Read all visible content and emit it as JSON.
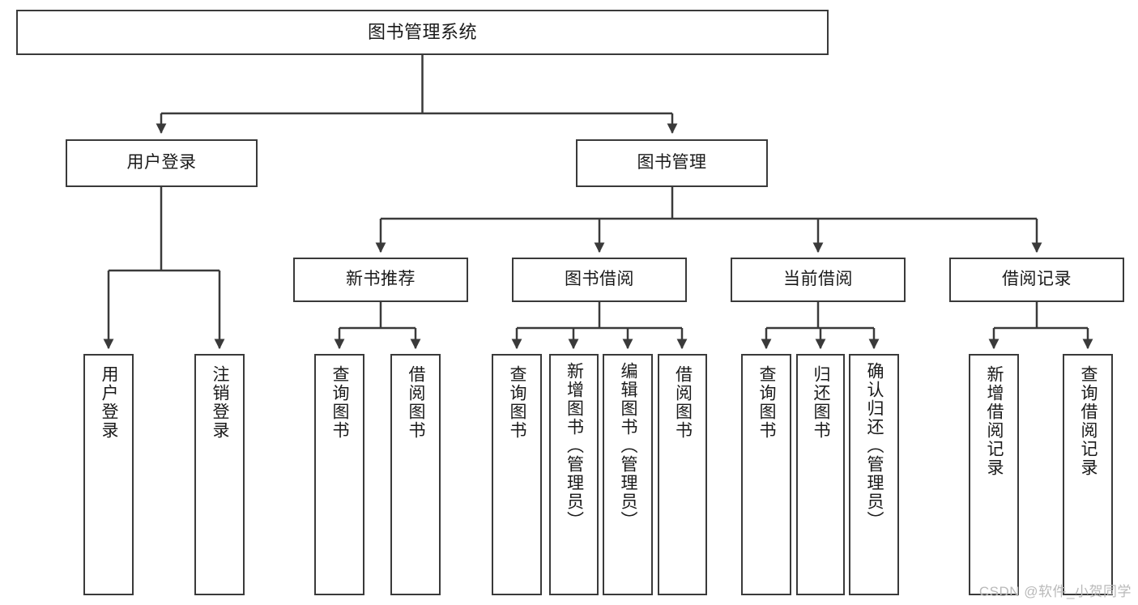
{
  "diagram": {
    "type": "tree-hierarchy",
    "title": "图书管理系统",
    "watermark": "CSDN @软件_小贺同学",
    "line_color": "#3a3a3a",
    "box_fill": "#ffffff",
    "text_color": "#1a1a1a",
    "watermark_color": "#b9b9b9"
  },
  "nodes": {
    "root": {
      "label": "图书管理系统"
    },
    "level2": [
      {
        "id": "user-login",
        "label": "用户登录"
      },
      {
        "id": "book-manage",
        "label": "图书管理"
      }
    ],
    "level3": [
      {
        "id": "new-book-recommend",
        "label": "新书推荐"
      },
      {
        "id": "book-borrow",
        "label": "图书借阅"
      },
      {
        "id": "current-borrow",
        "label": "当前借阅"
      },
      {
        "id": "borrow-record",
        "label": "借阅记录"
      }
    ],
    "leaves": {
      "user-login": [
        {
          "id": "leaf-user-login",
          "label": "用户登录"
        },
        {
          "id": "leaf-user-logout",
          "label": "注销登录"
        }
      ],
      "new-book-recommend": [
        {
          "id": "leaf-query-book-1",
          "label": "查询图书"
        },
        {
          "id": "leaf-borrow-book-1",
          "label": "借阅图书"
        }
      ],
      "book-borrow": [
        {
          "id": "leaf-query-book-2",
          "label": "查询图书"
        },
        {
          "id": "leaf-add-book",
          "label": "新增图书（管理员）"
        },
        {
          "id": "leaf-edit-book",
          "label": "编辑图书（管理员）"
        },
        {
          "id": "leaf-borrow-book-2",
          "label": "借阅图书"
        }
      ],
      "current-borrow": [
        {
          "id": "leaf-query-book-3",
          "label": "查询图书"
        },
        {
          "id": "leaf-return-book",
          "label": "归还图书"
        },
        {
          "id": "leaf-confirm-return",
          "label": "确认归还（管理员）"
        }
      ],
      "borrow-record": [
        {
          "id": "leaf-add-record",
          "label": "新增借阅记录"
        },
        {
          "id": "leaf-query-record",
          "label": "查询借阅记录"
        }
      ]
    }
  }
}
